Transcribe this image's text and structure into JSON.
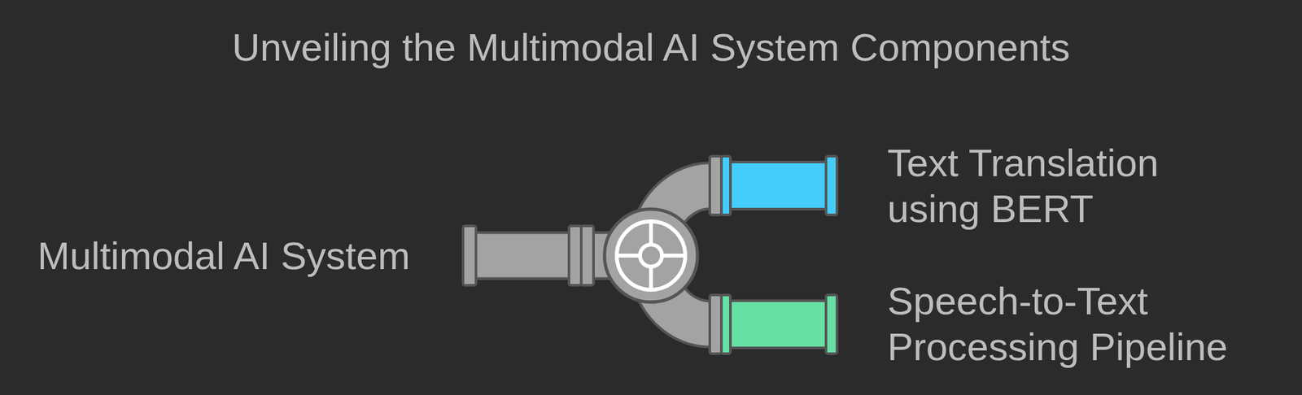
{
  "diagram": {
    "title": "Unveiling the Multimodal AI System Components",
    "nodes": [
      {
        "text": [
          "Multimodal AI System"
        ]
      },
      {
        "text": [
          "Text Translation using BERT"
        ]
      },
      {
        "text": [
          "Speech-to-Text Processing Pipeline"
        ]
      }
    ],
    "edges": [
      {
        "from": 0,
        "to": 1,
        "arrow": "none"
      },
      {
        "from": 0,
        "to": 2,
        "arrow": "none"
      }
    ]
  }
}
